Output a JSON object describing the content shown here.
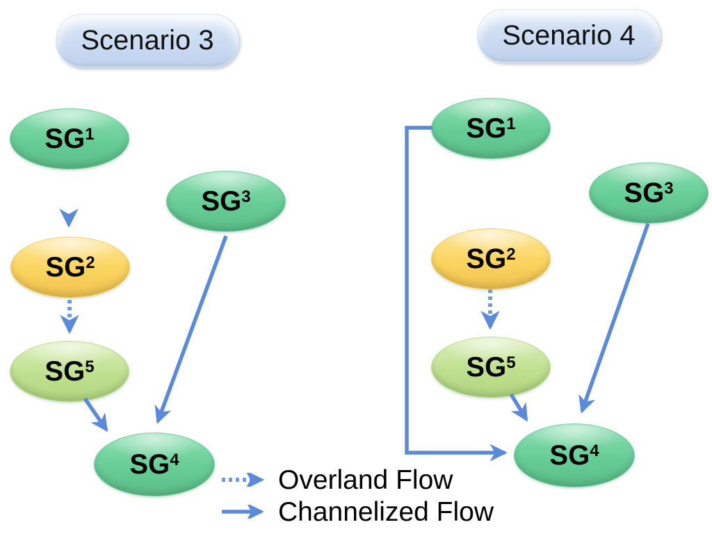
{
  "colors": {
    "arrow_blue": "#5b8bd8",
    "node_green": "#66cd96",
    "node_yellow": "#fbd45e",
    "node_light_green": "#bfe08f",
    "title_pill_blue": "#cbdbf2",
    "text": "#000000",
    "background": "#ffffff"
  },
  "scenarios": [
    {
      "title": "Scenario 3",
      "nodes": {
        "sg1": {
          "base": "SG",
          "sup": "1",
          "color": "green"
        },
        "sg2": {
          "base": "SG",
          "sup": "2",
          "color": "yellow"
        },
        "sg3": {
          "base": "SG",
          "sup": "3",
          "color": "green"
        },
        "sg5": {
          "base": "SG",
          "sup": "5",
          "color": "light-green"
        },
        "sg4": {
          "base": "SG",
          "sup": "4",
          "color": "green"
        }
      },
      "edges": [
        {
          "from": "SG1",
          "to": "SG2",
          "type": "overland"
        },
        {
          "from": "SG2",
          "to": "SG5",
          "type": "overland"
        },
        {
          "from": "SG5",
          "to": "SG4",
          "type": "channelized"
        },
        {
          "from": "SG3",
          "to": "SG4",
          "type": "channelized"
        }
      ]
    },
    {
      "title": "Scenario 4",
      "nodes": {
        "sg1": {
          "base": "SG",
          "sup": "1",
          "color": "green"
        },
        "sg2": {
          "base": "SG",
          "sup": "2",
          "color": "yellow"
        },
        "sg3": {
          "base": "SG",
          "sup": "3",
          "color": "green"
        },
        "sg5": {
          "base": "SG",
          "sup": "5",
          "color": "light-green"
        },
        "sg4": {
          "base": "SG",
          "sup": "4",
          "color": "green"
        }
      },
      "edges": [
        {
          "from": "SG1",
          "to": "SG4",
          "type": "channelized"
        },
        {
          "from": "SG2",
          "to": "SG5",
          "type": "overland"
        },
        {
          "from": "SG5",
          "to": "SG4",
          "type": "channelized"
        },
        {
          "from": "SG3",
          "to": "SG4",
          "type": "channelized"
        }
      ]
    }
  ],
  "legend": {
    "items": [
      {
        "label": "Overland Flow",
        "line_style": "dotted"
      },
      {
        "label": "Channelized Flow",
        "line_style": "solid"
      }
    ]
  }
}
